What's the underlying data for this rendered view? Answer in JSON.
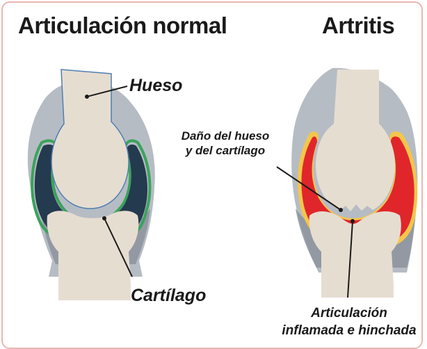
{
  "titles": {
    "normal": "Articulación normal",
    "arthritis": "Artritis"
  },
  "labels": {
    "bone": "Hueso",
    "cartilage": "Cartílago",
    "damage_line1": "Daño del hueso",
    "damage_line2": "y del cartílago",
    "inflamed_line1": "Articulación",
    "inflamed_line2": "inflamada e hinchada"
  },
  "colors": {
    "frame_border": "#e8b7b2",
    "bone": "#e6ddd1",
    "capsule_outer": "#b6bcc4",
    "capsule_shadow": "#8c939d",
    "synovial_normal": "#243a4f",
    "cartilage_green": "#3aa35a",
    "inflammation_red": "#e0262a",
    "inflammation_yellow": "#f4c64a",
    "bone_outline": "#4f7fb0"
  }
}
